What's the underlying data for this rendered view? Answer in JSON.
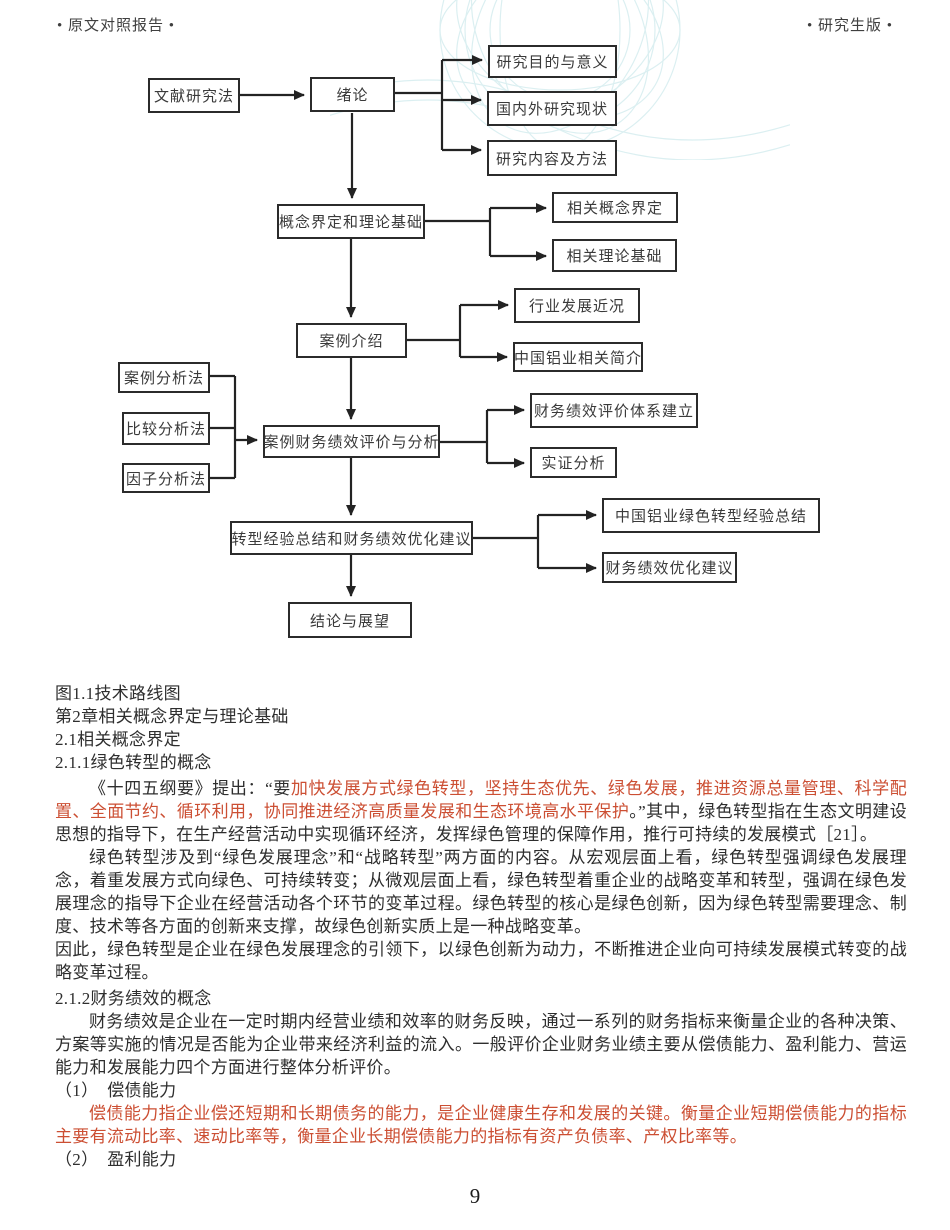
{
  "header": {
    "left": "• 原文对照报告 •",
    "right": "• 研究生版 •"
  },
  "flowchart": {
    "boxes": [
      "文献研究法",
      "绪论",
      "研究目的与意义",
      "国内外研究现状",
      "研究内容及方法",
      "概念界定和理论基础",
      "相关概念界定",
      "相关理论基础",
      "案例介绍",
      "行业发展近况",
      "中国铝业相关简介",
      "案例分析法",
      "比较分析法",
      "因子分析法",
      "案例财务绩效评价与分析",
      "财务绩效评价体系建立",
      "实证分析",
      "转型经验总结和财务绩效优化建议",
      "中国铝业绿色转型经验总结",
      "财务绩效优化建议",
      "结论与展望"
    ]
  },
  "body": {
    "figure_caption": "图1.1技术路线图",
    "chapter_heading": "第2章相关概念界定与理论基础",
    "section_heading": "2.1相关概念界定",
    "sub_heading_1": "2.1.1绿色转型的概念",
    "p1_seg1": "《十四五纲要》提出：“要",
    "p1_seg2_red": "加快发展方式绿色转型，坚持生态优先、绿色发展，推进资源总量管理、科学配置、全面节约、循环利用，协同推进经济高质量发展和生态环境高水平保护",
    "p1_seg3": "。”其中，绿色转型指在生态文明建设思想的指导下，在生产经营活动中实现循环经济，发挥绿色管理的保障作用，推行可持续的发展模式［21］。",
    "p2": "绿色转型涉及到“绿色发展理念”和“战略转型”两方面的内容。从宏观层面上看，绿色转型强调绿色发展理念，着重发展方式向绿色、可持续转变；从微观层面上看，绿色转型着重企业的战略变革和转型，强调在绿色发展理念的指导下企业在经营活动各个环节的变革过程。绿色转型的核心是绿色创新，因为绿色转型需要理念、制度、技术等各方面的创新来支撑，故绿色创新实质上是一种战略变革。",
    "p3": "因此，绿色转型是企业在绿色发展理念的引领下，以绿色创新为动力，不断推进企业向可持续发展模式转变的战略变革过程。",
    "sub_heading_2": "2.1.2财务绩效的概念",
    "p4": "财务绩效是企业在一定时期内经营业绩和效率的财务反映，通过一系列的财务指标来衡量企业的各种决策、方案等实施的情况是否能为企业带来经济利益的流入。一般评价企业财务业绩主要从偿债能力、盈利能力、营运能力和发展能力四个方面进行整体分析评价。",
    "item1": "（1）　偿债能力",
    "p5_red": "偿债能力指企业偿还短期和长期债务的能力，是企业健康生存和发展的关键。衡量企业短期偿债能力的指标主要有流动比率、速动比率等，衡量企业长期偿债能力的指标有资产负债率、产权比率等。",
    "item2": "（2）　盈利能力"
  },
  "footer": {
    "page_number": "9"
  },
  "colors": {
    "red_text": "#cc4f33",
    "body_text": "#2e2e2e",
    "box_border": "#2b2b2b",
    "watermark": "#d8eef0"
  }
}
